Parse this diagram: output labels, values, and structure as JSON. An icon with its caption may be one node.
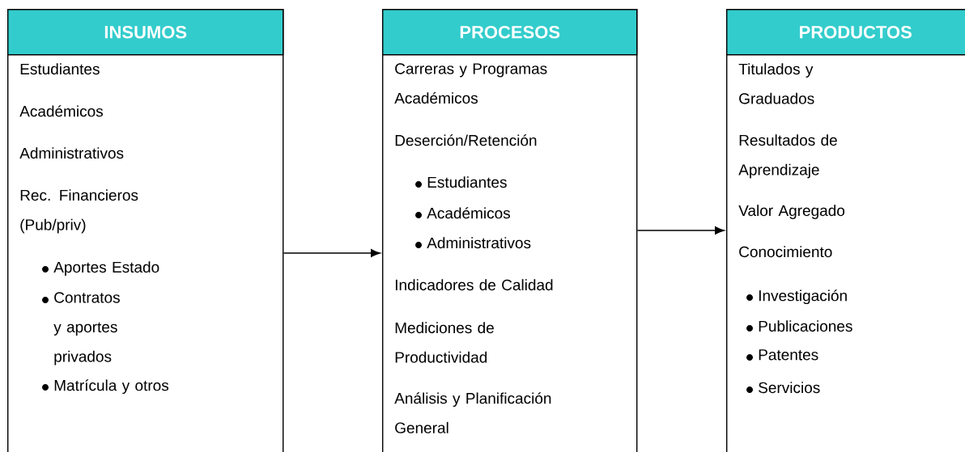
{
  "diagram": {
    "nodes": [
      {
        "text": [
          "INSUMOS",
          "Estudiantes",
          "Académicos",
          "Administrativos",
          "Rec. Financieros (Pub/priv)",
          "Aportes Estado",
          "Contratos y aportes privados",
          "Matrícula y otros"
        ]
      },
      {
        "text": [
          "PROCESOS",
          "Carreras y Programas Académicos",
          "Deserción/Retención",
          "Estudiantes",
          "Académicos",
          "Administrativos",
          "Indicadores de Calidad",
          "Mediciones de Productividad",
          "Análisis y Planificación General"
        ]
      },
      {
        "text": [
          "PRODUCTOS",
          "Titulados y Graduados",
          "Resultados de Aprendizaje",
          "Valor Agregado",
          "Conocimiento",
          "Investigación",
          "Publicaciones",
          "Patentes",
          "Servicios"
        ]
      }
    ],
    "edges": [
      {
        "from": 0,
        "to": 1,
        "arrow": "to"
      },
      {
        "from": 1,
        "to": 2,
        "arrow": "to"
      }
    ]
  }
}
